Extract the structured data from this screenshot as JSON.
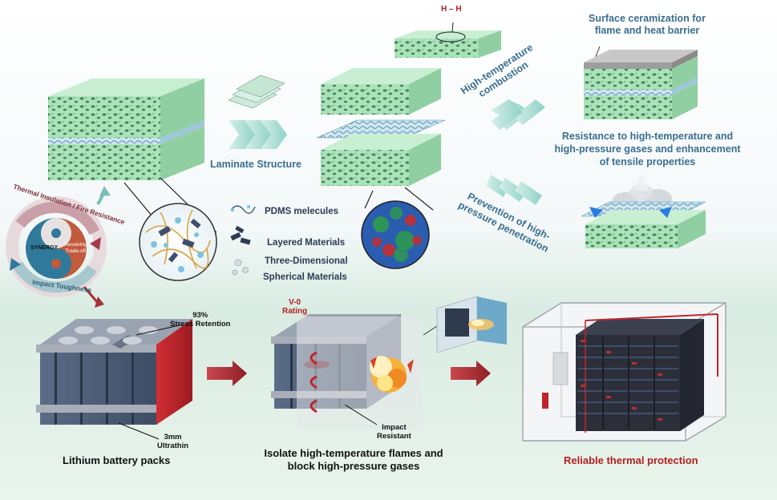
{
  "labels": {
    "hh": "H – H",
    "ceramization_line1": "Surface ceramization for",
    "ceramization_line2": "flame and heat barrier",
    "combustion_line1": "High-temperature",
    "combustion_line2": "combustion",
    "resistance_line1": "Resistance to high-temperature and",
    "resistance_line2": "high-pressure gases and enhancement",
    "resistance_line3": "of tensile properties",
    "laminate": "Laminate Structure",
    "penetration_line1": "Prevention of high-",
    "penetration_line2": "pressure penetration",
    "pdms": "PDMS melecules",
    "layered": "Layered Materials",
    "three_d": "Three-Dimensional",
    "spherical": "Spherical Materials",
    "ring_top": "Thermal Insulation / Fire Resistance",
    "ring_bottom": "Impact Toughness",
    "synergy": "SYNERGY",
    "resolving_line1": "Resolving",
    "resolving_line2": "Trade-off",
    "stress_pct": "93%",
    "stress_text": "Stress Retention",
    "ultrathin_mm": "3mm",
    "ultrathin_text": "Ultrathin",
    "battery_caption": "Lithium battery packs",
    "v0_line1": "V-0",
    "v0_line2": "Rating",
    "impact_line1": "Impact",
    "impact_line2": "Resistant",
    "isolate_line1": "Isolate high-temperature flames and",
    "isolate_line2": "block high-pressure gases",
    "reliable": "Reliable thermal protection"
  },
  "colors": {
    "foam": "#a9e3b8",
    "foam_dark": "#5fa27a",
    "teal_arrow": "#9fd8cf",
    "red_arrow": "#b0323a",
    "battery_blue": "#4f6079",
    "battery_red": "#c0242b",
    "label_blue": "#3a6e8f",
    "label_red": "#b21f1f"
  }
}
